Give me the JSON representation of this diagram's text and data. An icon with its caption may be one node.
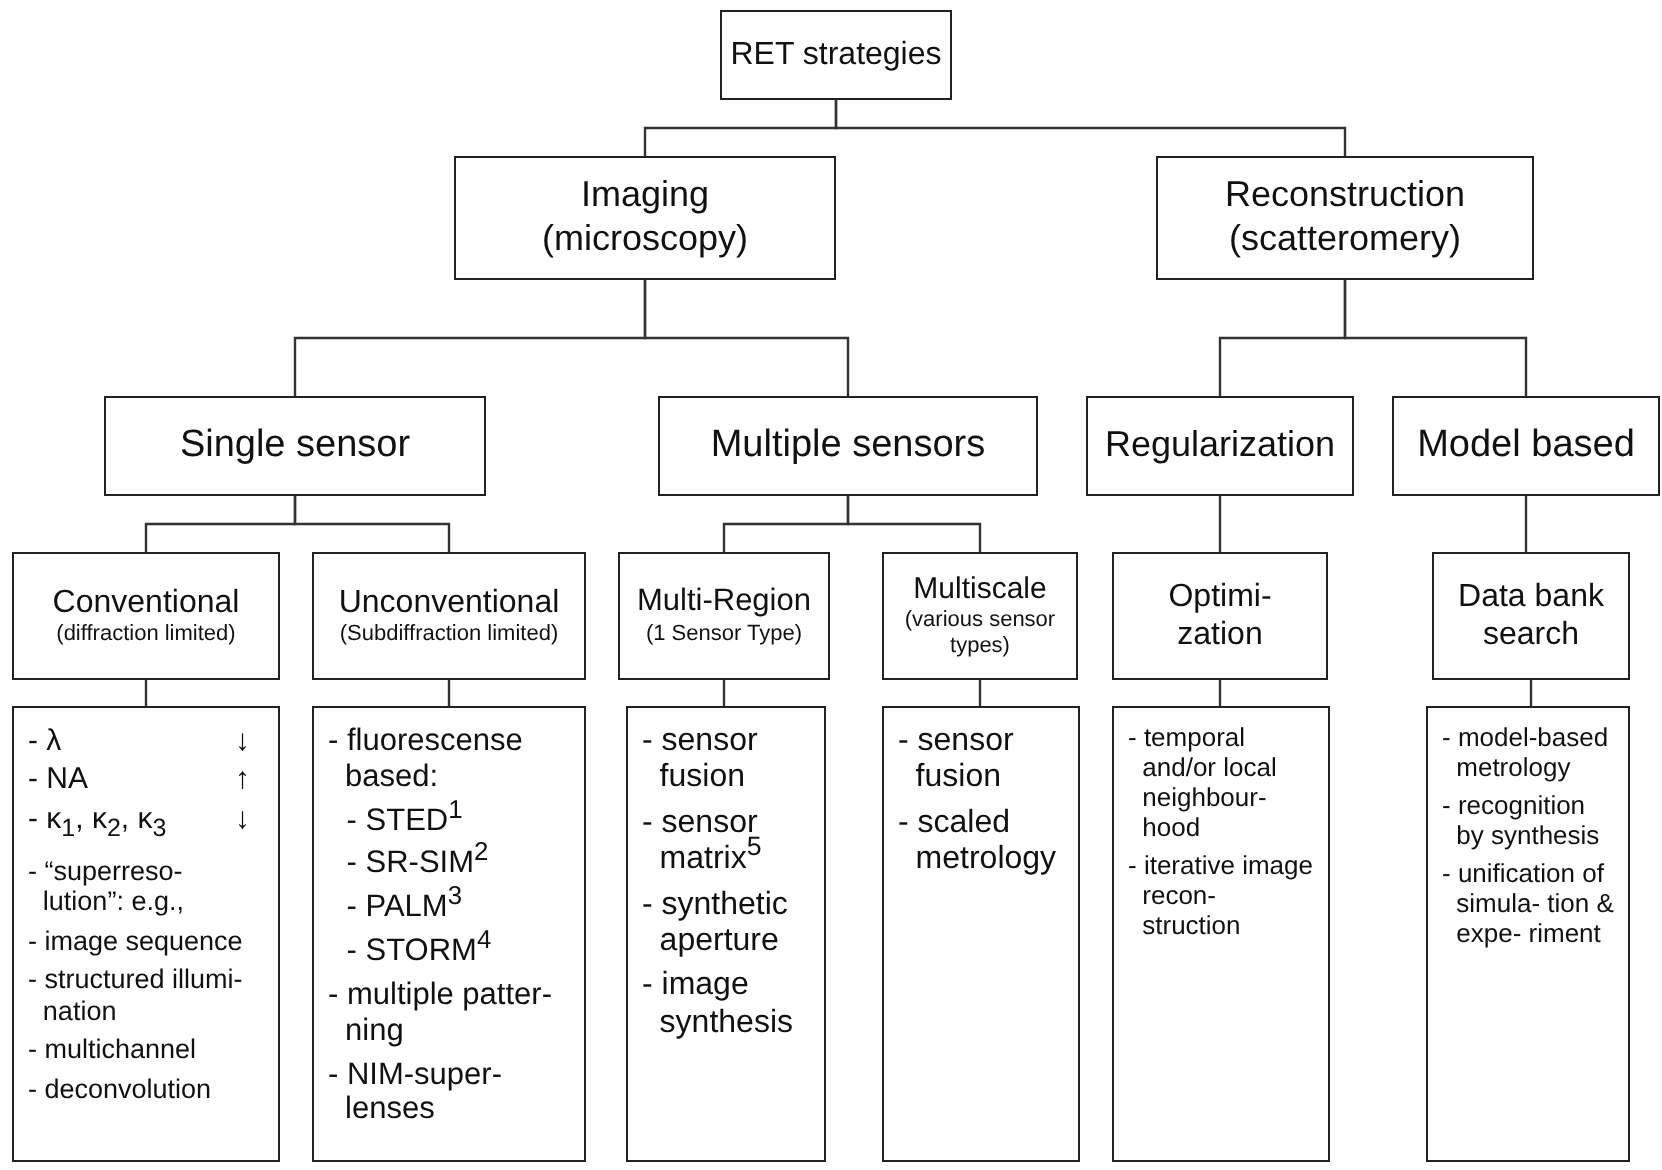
{
  "diagram": {
    "nodes": [
      {
        "text": [
          "RET strategies"
        ]
      },
      {
        "text": [
          "Imaging (microscopy)"
        ]
      },
      {
        "text": [
          "Reconstruction (scatteromery)"
        ]
      },
      {
        "text": [
          "Single sensor"
        ]
      },
      {
        "text": [
          "Multiple sensors"
        ]
      },
      {
        "text": [
          "Regularization"
        ]
      },
      {
        "text": [
          "Model based"
        ]
      },
      {
        "text": [
          "Conventional",
          "(diffraction limited)"
        ]
      },
      {
        "text": [
          "Unconventional",
          "(Subdiffraction limited)"
        ]
      },
      {
        "text": [
          "Multi-Region",
          "(1 Sensor Type)"
        ]
      },
      {
        "text": [
          "Multiscale",
          "(various sensor types)"
        ]
      },
      {
        "text": [
          "Optimi- zation"
        ]
      },
      {
        "text": [
          "Data bank search"
        ]
      },
      {
        "text": [
          "- λ",
          "↓",
          "- NA",
          "↑",
          "- κ$_{1}$, κ$_{2}$, κ$_{3}$",
          "↓",
          "- “superreso- lution”: e.g.,",
          "- image sequence",
          "- structured illumi- nation",
          "- multichannel",
          "- deconvolution"
        ]
      },
      {
        "text": [
          "- fluorescense based:",
          "- STED$^{1}$",
          "- SR-SIM$^{2}$",
          "- PALM$^{3}$",
          "- STORM$^{4}$",
          "- multiple patter- ning",
          "- NIM-super- lenses"
        ]
      },
      {
        "text": [
          "- sensor fusion",
          "- sensor matrix$^{5}$",
          "- synthetic aperture",
          "- image synthesis"
        ]
      },
      {
        "text": [
          "- sensor fusion",
          "- scaled metrology"
        ]
      },
      {
        "text": [
          "- temporal and/or local neighbour- hood",
          "- iterative image recon- struction"
        ]
      },
      {
        "text": [
          "- model-based metrology",
          "- recognition by synthesis",
          "- unification of simula- tion & expe- riment"
        ]
      }
    ],
    "edges": [
      {
        "from": 0,
        "to": 1,
        "arrow": "none"
      },
      {
        "from": 0,
        "to": 2,
        "arrow": "none"
      },
      {
        "from": 1,
        "to": 3,
        "arrow": "none"
      },
      {
        "from": 1,
        "to": 4,
        "arrow": "none"
      },
      {
        "from": 2,
        "to": 5,
        "arrow": "none"
      },
      {
        "from": 2,
        "to": 6,
        "arrow": "none"
      },
      {
        "from": 3,
        "to": 7,
        "arrow": "none"
      },
      {
        "from": 3,
        "to": 8,
        "arrow": "none"
      },
      {
        "from": 4,
        "to": 9,
        "arrow": "none"
      },
      {
        "from": 4,
        "to": 10,
        "arrow": "none"
      },
      {
        "from": 5,
        "to": 11,
        "arrow": "none"
      },
      {
        "from": 6,
        "to": 12,
        "arrow": "none"
      },
      {
        "from": 7,
        "to": 13,
        "arrow": "none"
      },
      {
        "from": 8,
        "to": 14,
        "arrow": "none"
      },
      {
        "from": 9,
        "to": 15,
        "arrow": "none"
      },
      {
        "from": 10,
        "to": 16,
        "arrow": "none"
      },
      {
        "from": 11,
        "to": 17,
        "arrow": "none"
      },
      {
        "from": 12,
        "to": 18,
        "arrow": "none"
      }
    ]
  }
}
